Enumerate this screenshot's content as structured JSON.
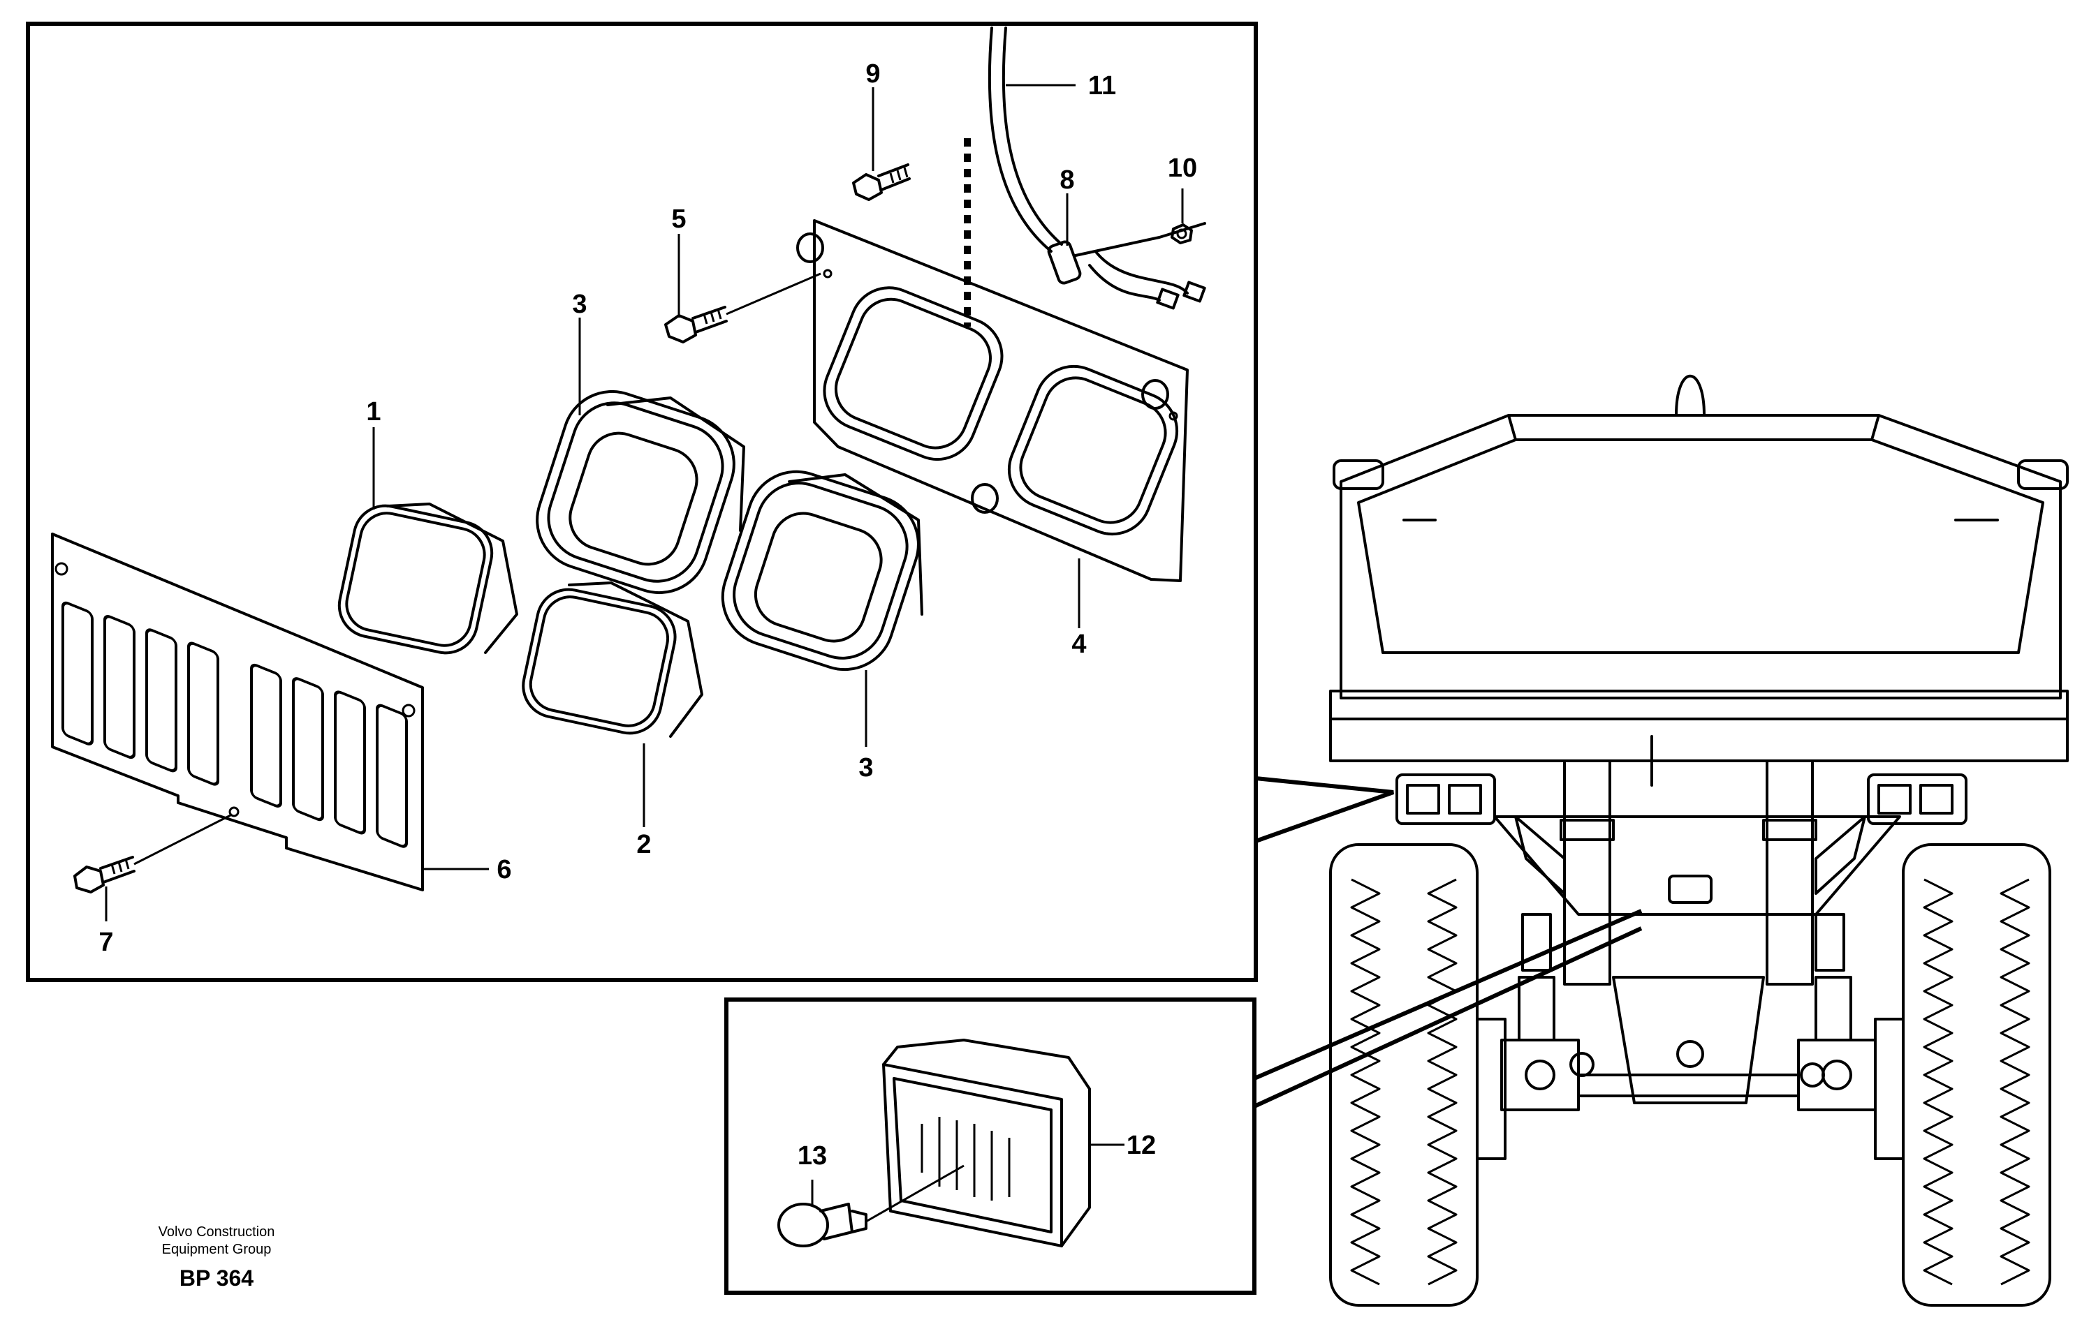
{
  "callouts": {
    "c1": "1",
    "c2": "2",
    "c3a": "3",
    "c3b": "3",
    "c4": "4",
    "c5": "5",
    "c6": "6",
    "c7": "7",
    "c8": "8",
    "c9": "9",
    "c10": "10",
    "c11": "11",
    "c12": "12",
    "c13": "13"
  },
  "footer": {
    "line1": "Volvo Construction",
    "line2": "Equipment Group",
    "code": "BP 364"
  }
}
